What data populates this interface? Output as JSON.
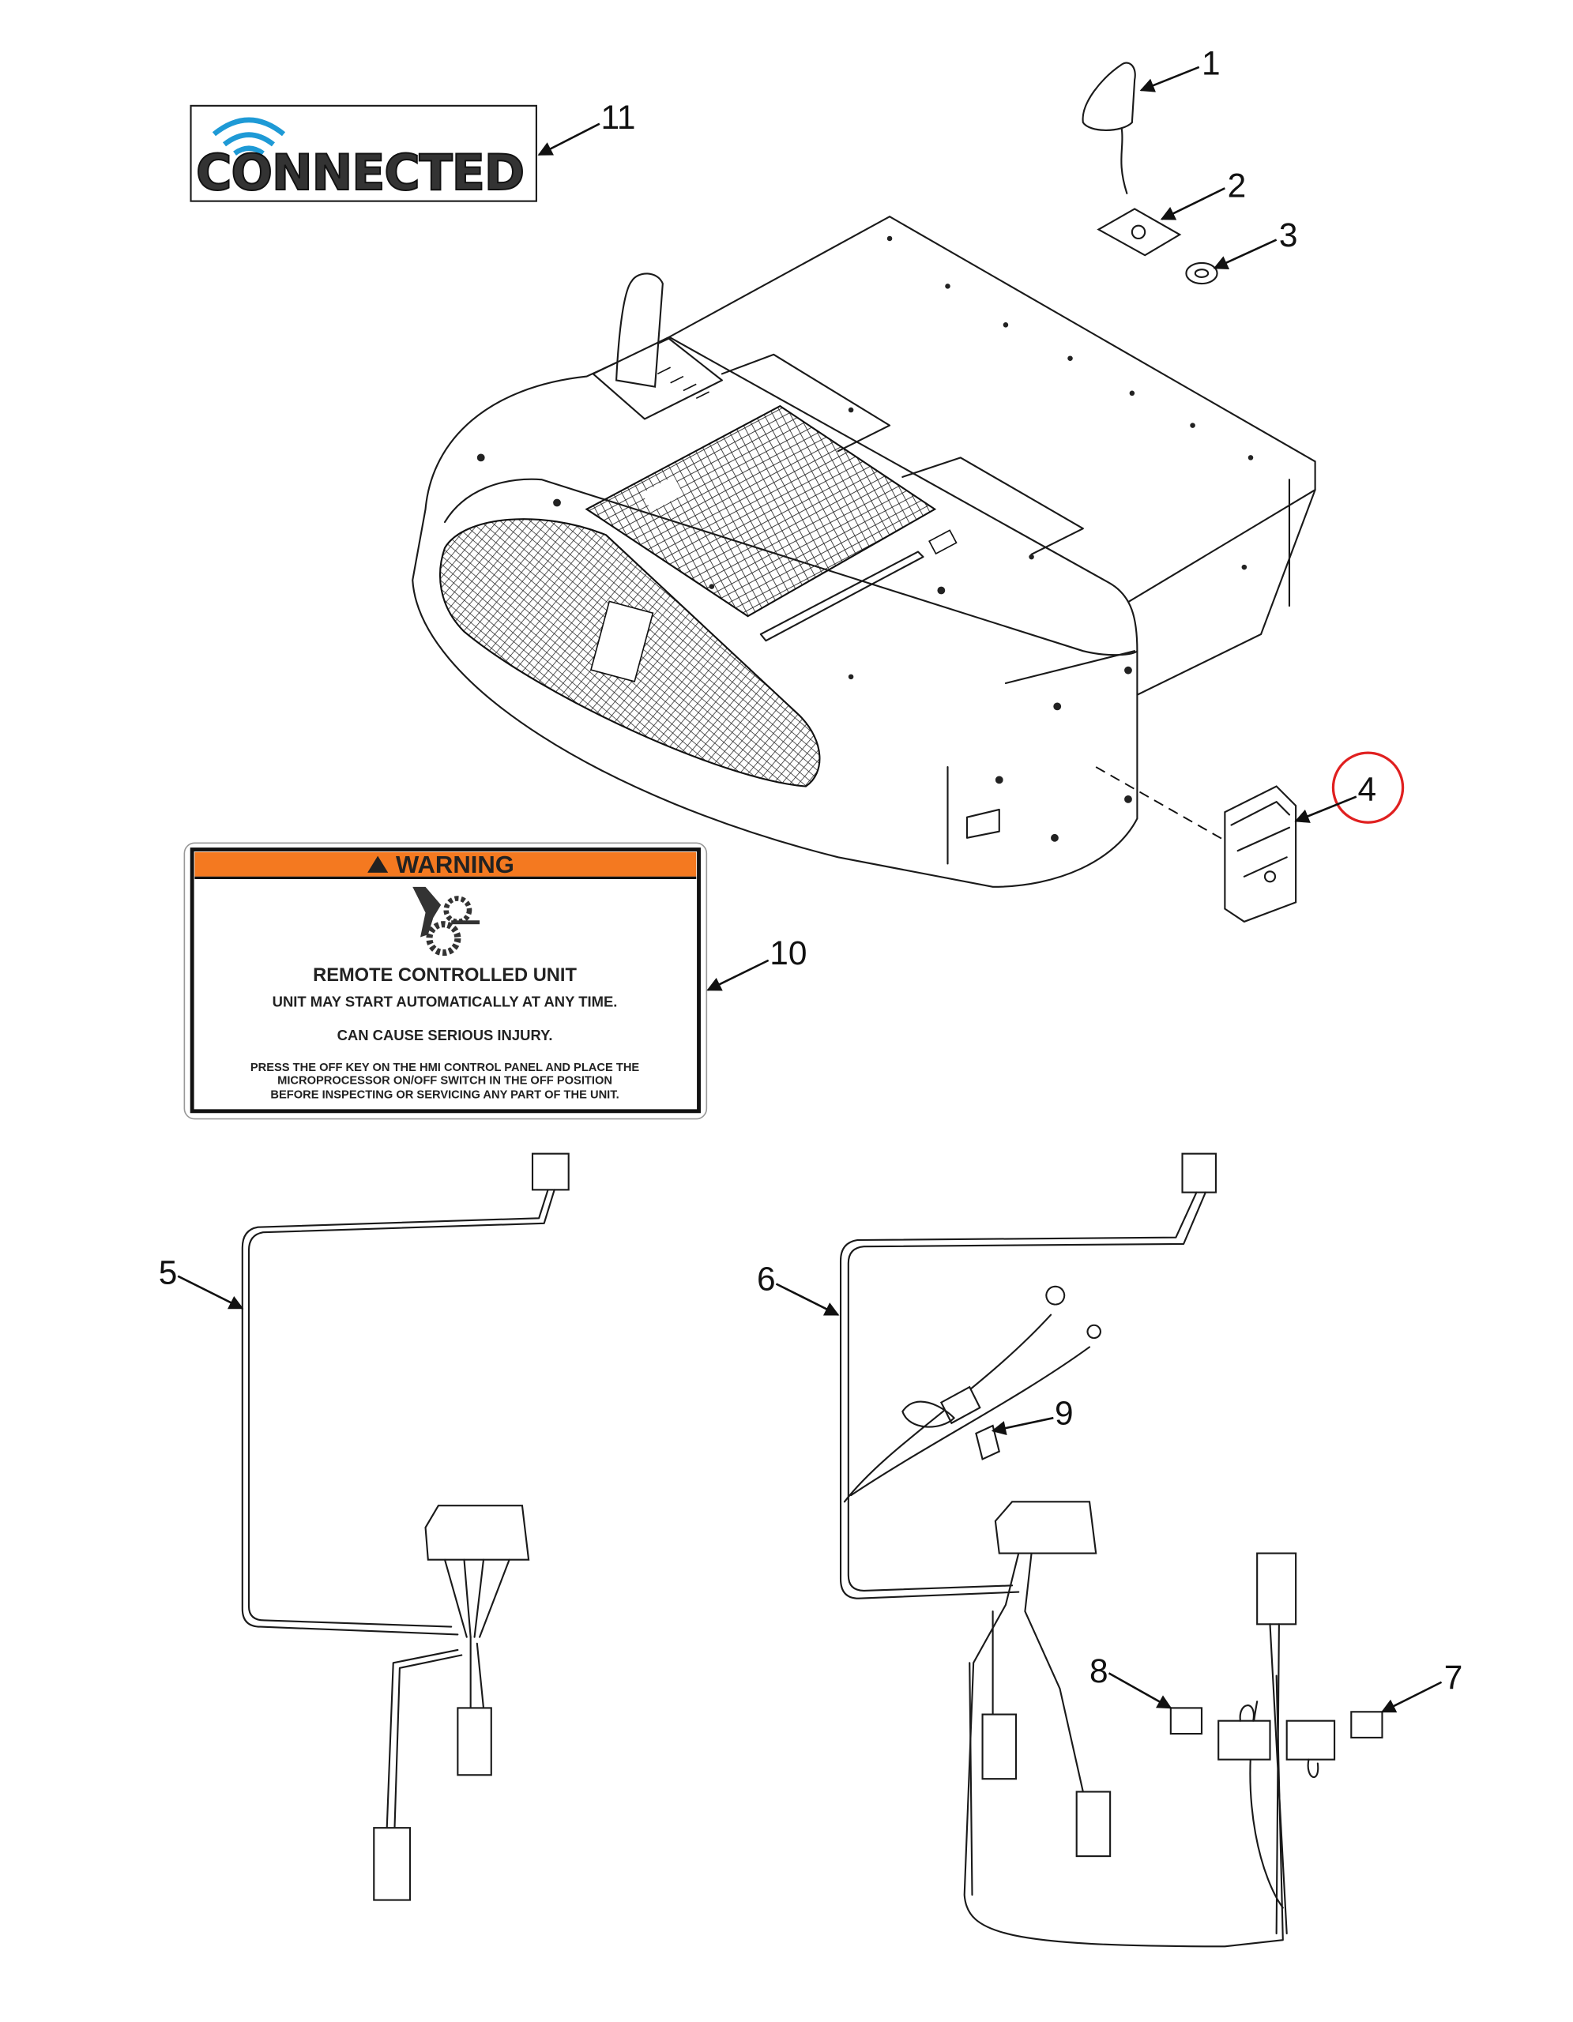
{
  "title": "Remote connectivity kit parts diagram",
  "callouts": [
    "1",
    "2",
    "3",
    "4",
    "5",
    "6",
    "7",
    "8",
    "9",
    "10",
    "11"
  ],
  "highlighted_callout": "4",
  "highlight_color": "#e02020",
  "connected_label": {
    "text": "CONNECTED",
    "wifi_color": "#1e9ad6"
  },
  "warning_label": {
    "header": "WARNING",
    "header_color": "#f47920",
    "title": "REMOTE CONTROLLED UNIT",
    "line1": "UNIT MAY START AUTOMATICALLY AT ANY TIME.",
    "line2": "CAN CAUSE SERIOUS INJURY.",
    "instructions": [
      "PRESS THE OFF KEY ON THE HMI CONTROL PANEL AND PLACE THE",
      "MICROPROCESSOR ON/OFF SWITCH IN THE OFF POSITION",
      "BEFORE INSPECTING OR SERVICING ANY PART OF THE UNIT."
    ]
  }
}
